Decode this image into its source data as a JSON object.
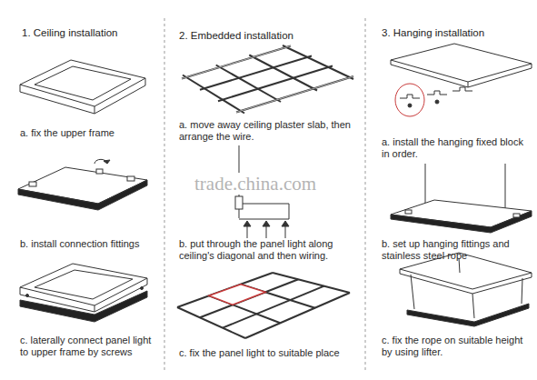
{
  "diagram": {
    "labels": [
      "1. Ceiling installation",
      "a. fix the upper frame",
      "b. install connection fittings",
      "c. laterally connect panel light to upper frame by screws",
      "2. Embedded installation",
      "a. move away ceiling plaster slab, then arrange the wire.",
      "b. put through the panel light along ceiling's diagonal and then wiring.",
      "c. fix the panel light to suitable place",
      "3. Hanging installation",
      "a. install the hanging fixed block in order.",
      "b. set up hanging fittings and stainless steel rope",
      "c. fix the rope on suitable height by using lifter.",
      "trade.china.com"
    ]
  }
}
